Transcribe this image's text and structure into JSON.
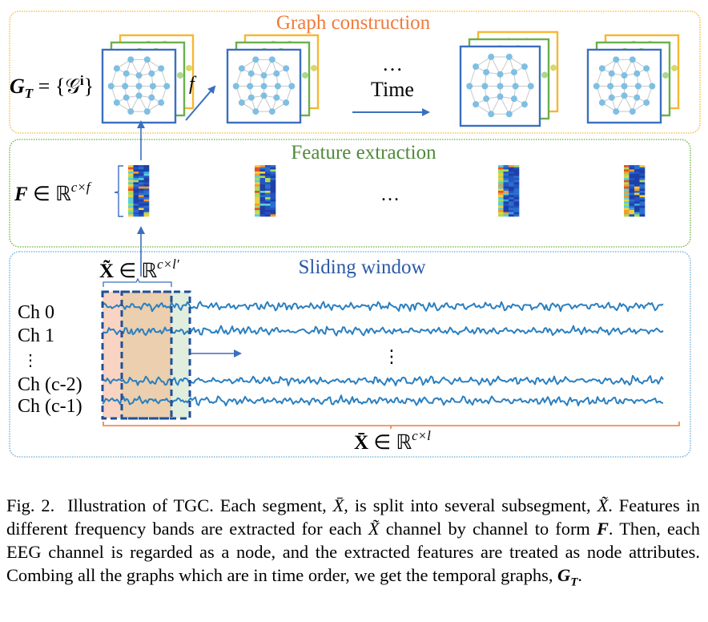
{
  "figure": {
    "sections": {
      "graph_construction": {
        "title": "Graph construction",
        "color": "#f07a3a",
        "border_color": "#f5c54b"
      },
      "feature_extraction": {
        "title": "Feature extraction",
        "color": "#4f8a3a",
        "border_color": "#7cbf5a"
      },
      "sliding_window": {
        "title": "Sliding window",
        "color": "#2a5aa8",
        "border_color": "#7fb8e0"
      }
    },
    "labels": {
      "graph_set": "G_T = {𝒢^i}",
      "graph_set_lhs": "G",
      "graph_set_sub": "T",
      "graph_set_rhs": " = {𝒢",
      "graph_set_sup": "i",
      "graph_set_close": "}",
      "f_label": "f",
      "time_label": "Time",
      "ellipsis": "…",
      "feature_matrix_lhs": "F",
      "feature_matrix_rel": " ∈ ℝ",
      "feature_matrix_sup": "c×f",
      "subsegment_lhs": "X̃",
      "subsegment_rel": " ∈ ℝ",
      "subsegment_sup": "c×l′",
      "segment_lhs": "X̄",
      "segment_rel": " ∈ ℝ",
      "segment_sup": "c×l",
      "vertical_ellipsis": "⋮"
    },
    "channels": [
      "Ch 0",
      "Ch 1",
      "⋮",
      "Ch (c-2)",
      "Ch (c-1)"
    ],
    "graph_stacks": 4,
    "feature_maps": 4,
    "colors": {
      "graph_front": "#3b6fc0",
      "graph_mid": "#6ab04c",
      "graph_back": "#f7b731",
      "node_blue": "#7fbfe3",
      "node_green": "#a9d88a",
      "node_yellow": "#d8d86a",
      "edge": "#c8c8c8",
      "arrow": "#3b6fc0",
      "signal": "#2a7fc0",
      "window_dash": "#1f4f99",
      "window_fill_1": "#f8cdb8",
      "window_fill_2": "#e7c7a0",
      "window_fill_3": "#dcebd8",
      "brace_orange": "#f07a3a"
    }
  },
  "caption": {
    "fig_label": "Fig. 2.",
    "parts": [
      "Illustration of TGC. Each segment, ",
      "X̄",
      ", is split into several subsegment, ",
      "X̃",
      ". Features in different frequency bands are extracted for each ",
      "X̃",
      " channel by channel to form ",
      "F",
      ". Then, each EEG channel is regarded as a node, and the extracted features are treated as node attributes. Combing all the graphs which are in time order, we get the temporal graphs, ",
      "G",
      "T",
      "."
    ]
  }
}
